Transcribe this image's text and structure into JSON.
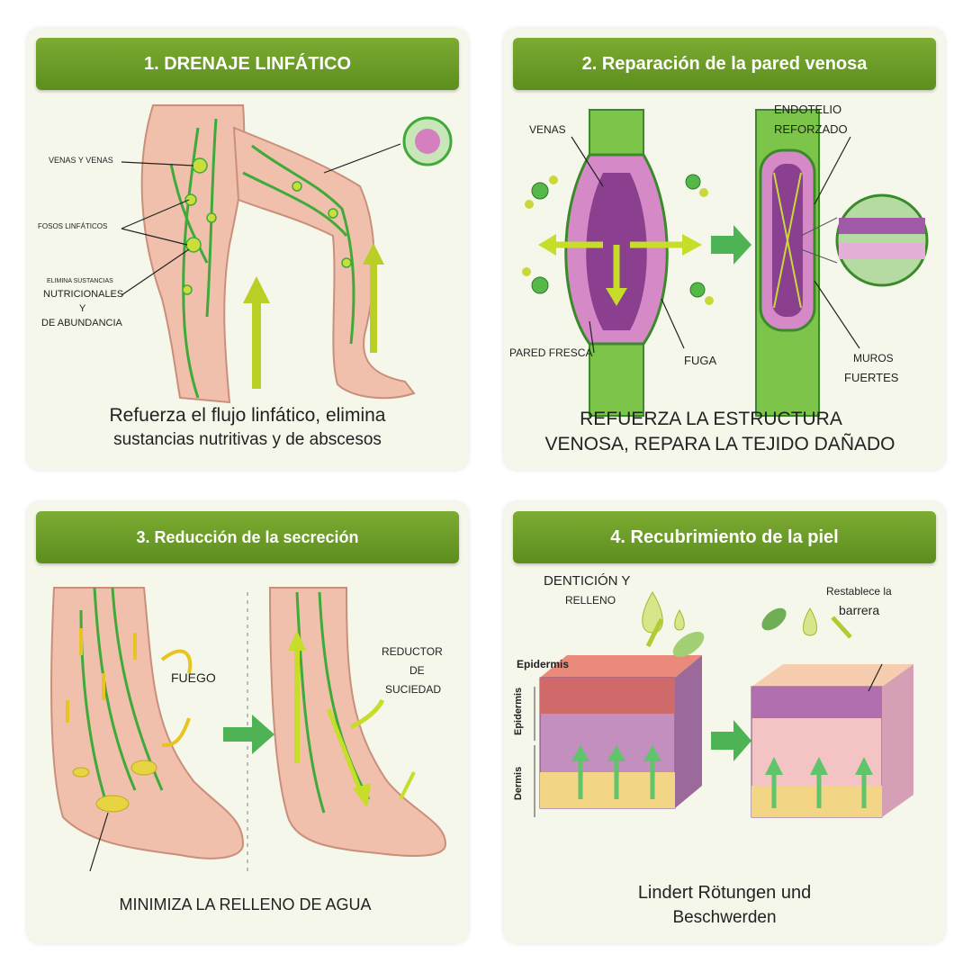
{
  "panels": [
    {
      "title": "1. DRENAJE LINFÁTICO",
      "labels": {
        "venas": "VENAS Y VENAS",
        "fosos": "FOSOS LINFÁTICOS",
        "elimina_top": "ELIMINA SUSTANCIAS",
        "elimina_1": "NUTRICIONALES",
        "elimina_2": "Y",
        "elimina_3": "DE ABUNDANCIA"
      },
      "caption_1": "Refuerza el flujo linfático, elimina",
      "caption_2": "sustancias nutritivas y de abscesos"
    },
    {
      "title": "2. Reparación de la pared venosa",
      "labels": {
        "venas": "VENAS",
        "endotelio_1": "ENDOTELIO",
        "endotelio_2": "REFORZADO",
        "pared": "PARED FRESCA",
        "fuga": "FUGA",
        "muros_1": "MUROS",
        "muros_2": "FUERTES"
      },
      "caption_1": "REFUERZA LA ESTRUCTURA",
      "caption_2": "VENOSA, REPARA LA TEJIDO DAÑADO"
    },
    {
      "title": "3. Reducción de la secreción",
      "labels": {
        "fuego": "FUEGO",
        "reductor_1": "REDUCTOR",
        "reductor_2": "DE",
        "reductor_3": "SUCIEDAD"
      },
      "caption_1": "MINIMIZA LA RELLENO DE AGUA"
    },
    {
      "title": "4. Recubrimiento de la piel",
      "labels": {
        "denticion_1": "DENTICIÓN Y",
        "denticion_2": "RELLENO",
        "restablece_1": "Restablece la",
        "restablece_2": "barrera",
        "epidermis_top": "Epidermis",
        "epidermis_side": "Epidermis",
        "dermis_side": "Dermis"
      },
      "caption_1": "Lindert Rötungen und",
      "caption_2": "Beschwerden"
    }
  ],
  "colors": {
    "header_green": "#6b9c26",
    "vein_green": "#3faa3a",
    "skin": "#f0c6b4",
    "vein_purple": "#8a3f8f",
    "arrow_yellow": "#d8e23a"
  }
}
